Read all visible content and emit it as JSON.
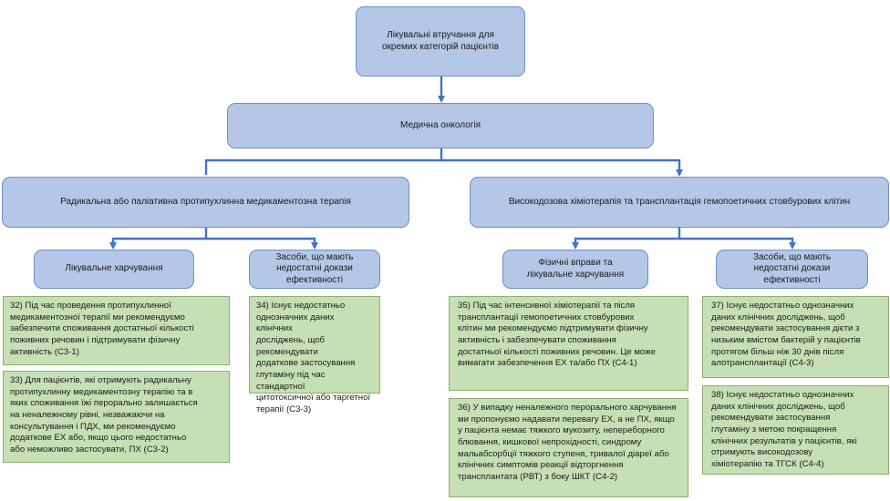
{
  "nodes": {
    "root": "Лікувальні втручання для окремих категорій пацієнтів",
    "oncology": "Медична онкологія",
    "branch_left": "Радикальна або паліативна протипухлинна медикаментозна терапія",
    "branch_right": "Високодозова хіміотерапія та трансплантація гемопоетичних стовбурових клітин",
    "left_a": "Лікувальне харчування",
    "left_b": "Засоби, що мають недостатні докази ефективності",
    "right_a": "Фізичні вправи та лікувальне харчування",
    "right_b": "Засоби, що мають недостатні докази ефективності"
  },
  "recommendations": {
    "r32": "32) Під час проведення протипухлинної\nмедикаментозної терапії ми рекомендуємо\nзабезпечити споживання достатньої кількості\nпоживних речовин і підтримувати фізичну\nактивність (С3-1)",
    "r33": "33) Для пацієнтів, які отримують радикальну\nпротипухлинну медикаментозну терапію та в\nяких споживання їжі перорально залишається\nна неналежному рівні, незважаючи на\nконсультування і ПДХ, ми рекомендуємо\nдодаткове ЕХ або, якщо цього недостатньо\nабо неможливо застосувати, ПХ (С3-2)",
    "r34": "34) Існує недостатньо\nоднозначних даних клінічних\nдосліджень, щоб рекомендувати\nдодаткове застосування\nглутаміну під час стандартної\nцитотоксичної або таргетної\nтерапії (С3-3)",
    "r35": "35) Під час інтенсивної хіміотерапії та після\nтрансплантації гемопоетичних стовбурових\nклітин ми рекомендуємо підтримувати фізичну\nактивність і забезпечувати споживання\nдостатньої кількості поживних речовин. Це може\nвимагати забезпечення ЕХ та/або ПХ (С4-1)",
    "r36": "36) У випадку неналежного перорального харчування\nми пропонуємо надавати перевагу ЕХ, а не ПХ, якщо\nу пацієнта немає тяжкого мукозиту, непереборного\nблювання, кишкової непрохідності, синдрому\nмальабсорбції тяжкого ступеня, тривалої діареї або\nклінічних симптомів реакції відторгнення\nтрансплантата (РВТ) з боку ШКТ (С4-2)",
    "r37": "37) Існує недостатньо однозначних\nданих клінічних досліджень, щоб\nрекомендувати застосування дієти  з\nнизьким вмістом бактерій у пацієнтів\nпротягом більш ніж 30 днів після\nалотрансплантації (С4-3)",
    "r38": "38) Існує недостатньо однозначних\nданих клінічних досліджень, щоб\nрекомендувати застосування\nглутаміну з метою покращення\nклінічних результатів у пацієнтів, які\nотримують високодозову\nхіміотерапію та ТГСК (С4-4)"
  },
  "colors": {
    "node_fill": "#b4c7e7",
    "node_border": "#6d8fc7",
    "rec_fill": "#c5e0b4",
    "rec_border": "#8faf6f",
    "connector": "#4472c4"
  }
}
